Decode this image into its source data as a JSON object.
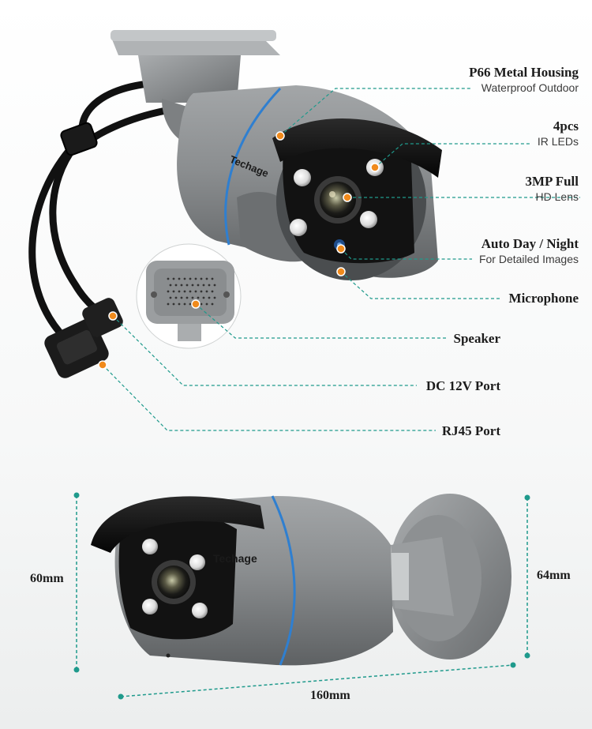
{
  "brand": {
    "name": "Techage"
  },
  "callouts": [
    {
      "id": "housing",
      "title": "P66 Metal Housing",
      "subtitle": "Waterproof Outdoor"
    },
    {
      "id": "ir",
      "title": "4pcs",
      "subtitle": "IR LEDs"
    },
    {
      "id": "lens",
      "title": "3MP Full",
      "subtitle": "HD Lens"
    },
    {
      "id": "daynight",
      "title": "Auto Day / Night",
      "subtitle": "For Detailed Images"
    },
    {
      "id": "mic",
      "title": "Microphone",
      "subtitle": ""
    },
    {
      "id": "speaker",
      "title": "Speaker",
      "subtitle": ""
    },
    {
      "id": "dc",
      "title": "DC 12V Port",
      "subtitle": ""
    },
    {
      "id": "rj45",
      "title": "RJ45 Port",
      "subtitle": ""
    }
  ],
  "dimensions": {
    "left_height": "60mm",
    "right_height": "64mm",
    "length": "160mm"
  },
  "colors": {
    "leader": "#1f9a8c",
    "dot": "#f08a1c",
    "body": "#7a7d7f",
    "accent": "#2f7fd0"
  }
}
